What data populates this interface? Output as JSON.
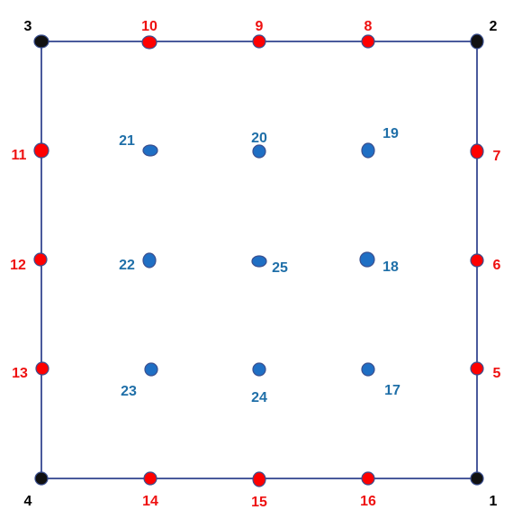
{
  "colors": {
    "edge": "#4a5a9c",
    "corner": "#111111",
    "edge_node": "#ff0000",
    "interior_node": "#1f6fc4",
    "node_outline": "#3a4f8f",
    "corner_label": "#000000",
    "edge_label": "#ee1111",
    "interior_label": "#1f6fa8"
  },
  "nodes": [
    {
      "id": "1",
      "kind": "corner"
    },
    {
      "id": "2",
      "kind": "corner"
    },
    {
      "id": "3",
      "kind": "corner"
    },
    {
      "id": "4",
      "kind": "corner"
    },
    {
      "id": "5",
      "kind": "edge"
    },
    {
      "id": "6",
      "kind": "edge"
    },
    {
      "id": "7",
      "kind": "edge"
    },
    {
      "id": "8",
      "kind": "edge"
    },
    {
      "id": "9",
      "kind": "edge"
    },
    {
      "id": "10",
      "kind": "edge"
    },
    {
      "id": "11",
      "kind": "edge"
    },
    {
      "id": "12",
      "kind": "edge"
    },
    {
      "id": "13",
      "kind": "edge"
    },
    {
      "id": "14",
      "kind": "edge"
    },
    {
      "id": "15",
      "kind": "edge"
    },
    {
      "id": "16",
      "kind": "edge"
    },
    {
      "id": "17",
      "kind": "interior"
    },
    {
      "id": "18",
      "kind": "interior"
    },
    {
      "id": "19",
      "kind": "interior"
    },
    {
      "id": "20",
      "kind": "interior"
    },
    {
      "id": "21",
      "kind": "interior"
    },
    {
      "id": "22",
      "kind": "interior"
    },
    {
      "id": "23",
      "kind": "interior"
    },
    {
      "id": "24",
      "kind": "interior"
    },
    {
      "id": "25",
      "kind": "interior"
    }
  ]
}
